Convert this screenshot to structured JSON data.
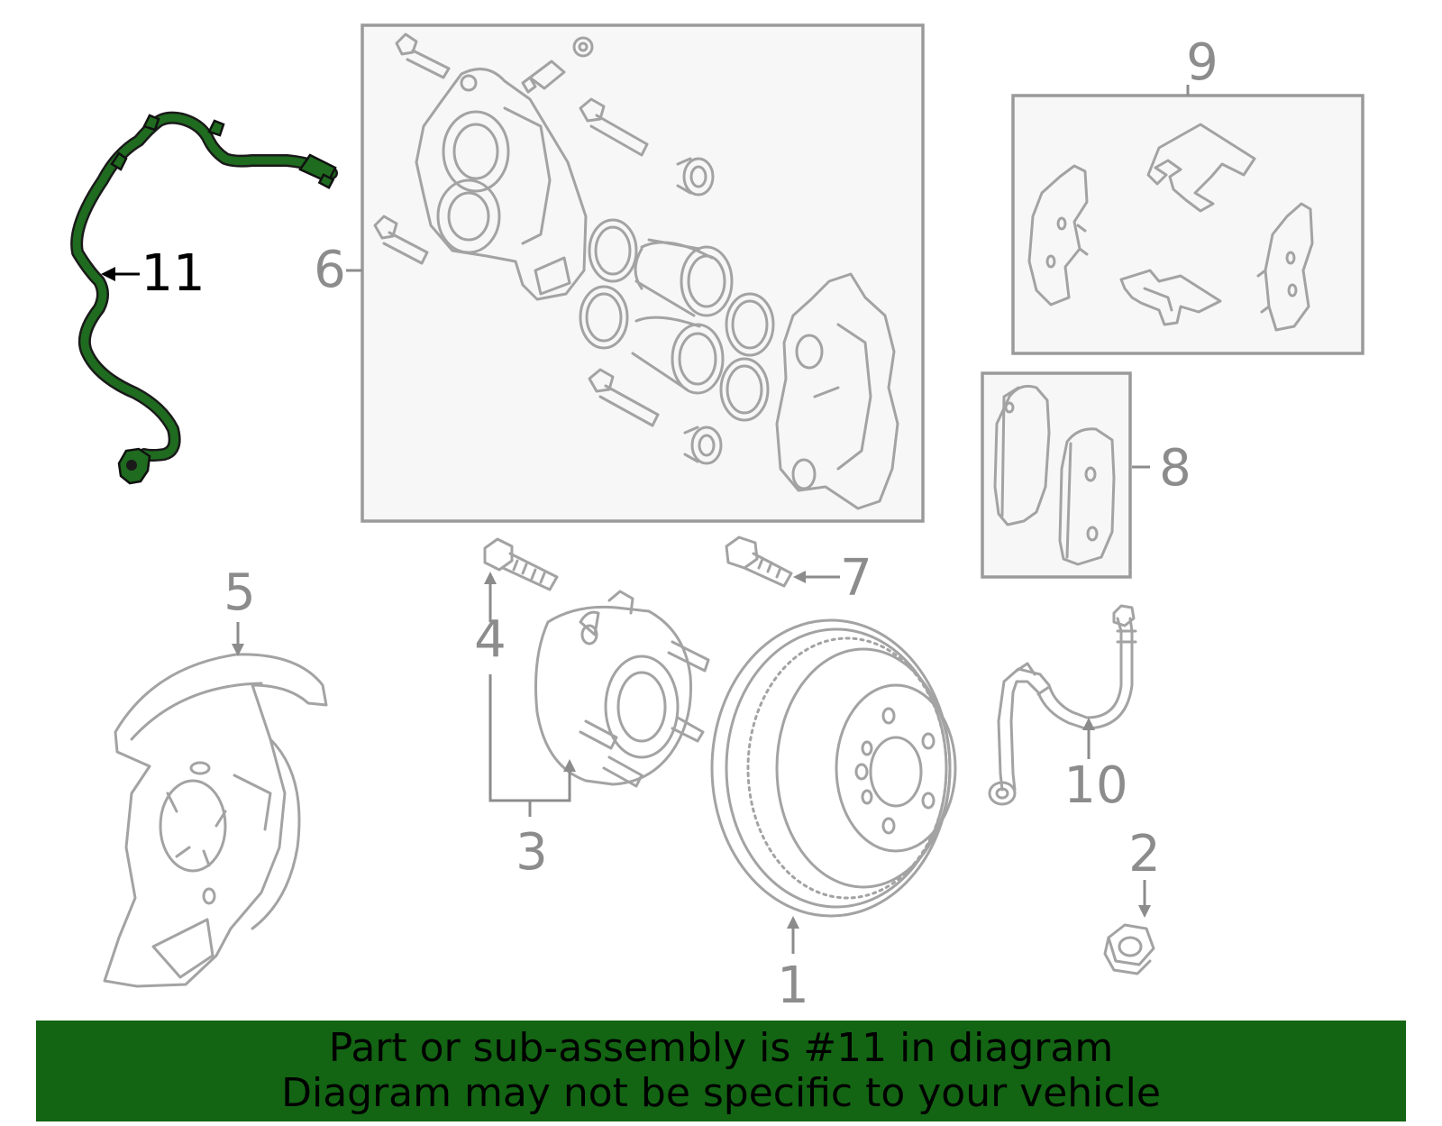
{
  "callouts": {
    "c1": "1",
    "c2": "2",
    "c3": "3",
    "c4": "4",
    "c5": "5",
    "c6": "6",
    "c7": "7",
    "c8": "8",
    "c9": "9",
    "c10": "10",
    "c11": "11"
  },
  "highlight": {
    "part_number": "11",
    "color": "#1f6b1f"
  },
  "banner": {
    "line1": "Part or sub-assembly is #11 in diagram",
    "line2": "Diagram may not be specific to your vehicle",
    "background": "#136513"
  }
}
